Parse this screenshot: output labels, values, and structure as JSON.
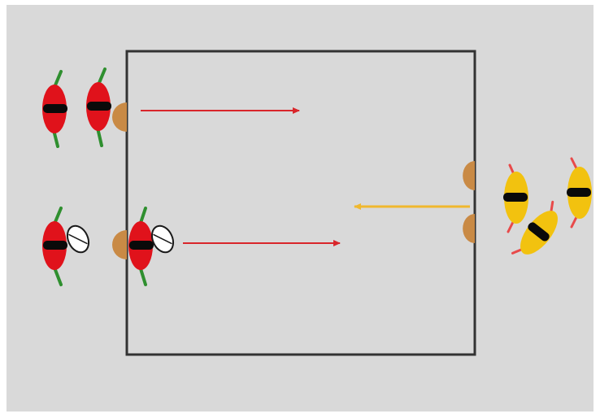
{
  "diagram": {
    "background_color": "#d9d9d9",
    "frame_color": "#ffffff",
    "field_border_color": "#333333",
    "team_colors": {
      "red": {
        "body": "#e0121b",
        "stripe": "#0a0a0a",
        "arms": "#2f8f2f"
      },
      "yellow": {
        "body": "#f2c20f",
        "stripe": "#0a0a0a",
        "arms": "#e84a4a"
      }
    },
    "cone_color": "#c98a45",
    "ball_color": "#ffffff",
    "arrow_colors": {
      "red_team": "#d9262b",
      "yellow_team": "#f0b82e"
    },
    "players": [
      {
        "team": "red",
        "role": "waiting player",
        "has_ball": false
      },
      {
        "team": "red",
        "role": "running player",
        "has_ball": false
      },
      {
        "team": "red",
        "role": "waiting player",
        "has_ball": true
      },
      {
        "team": "red",
        "role": "dribbling player",
        "has_ball": true
      },
      {
        "team": "yellow",
        "role": "defender",
        "has_ball": false
      },
      {
        "team": "yellow",
        "role": "defender",
        "has_ball": false
      },
      {
        "team": "yellow",
        "role": "defender",
        "has_ball": false
      }
    ],
    "cone_count": 4,
    "arrows": [
      {
        "team": "red",
        "direction": "right"
      },
      {
        "team": "red",
        "direction": "right"
      },
      {
        "team": "yellow",
        "direction": "left"
      }
    ]
  }
}
